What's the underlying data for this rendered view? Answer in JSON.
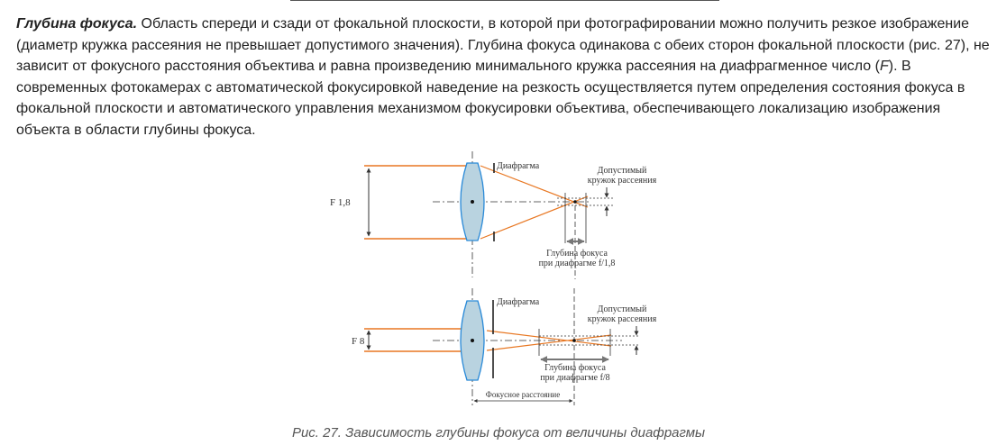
{
  "paragraph": {
    "term": "Глубина фокуса.",
    "text": " Область спереди и сзади от фокальной плоскости, в которой при фотографировании можно получить резкое изображение (диаметр кружка рассеяния не превышает допустимого значения). Глубина фокуса одинакова с обеих сторон фокальной плоскости (рис. 27), не зависит от фокусного расстояния объектива и равна произведению минимального кружка рассеяния на диафрагменное число (",
    "f_symbol": "F",
    "text_end": "). В современных фотокамерах с автоматической фокусировкой наведение на резкость осуществляется путем определения состояния фокуса в фокальной плоскости и автоматического управления механизмом фокусировки объектива, обеспечивающего локализацию изображения объекта в области глубины фокуса."
  },
  "figure": {
    "top": {
      "aperture_label": "F 1,8",
      "diaphragm": "Диафрагма",
      "coc_line1": "Допустимый",
      "coc_line2": "кружок рассеяния",
      "dof_line1": "Глубина фокуса",
      "dof_line2": "при диафрагме f/1,8"
    },
    "bottom": {
      "aperture_label": "F 8",
      "diaphragm": "Диафрагма",
      "coc_line1": "Допустимый",
      "coc_line2": "кружок рассеяния",
      "dof_line1": "Глубина фокуса",
      "dof_line2": "при диафрагме f/8",
      "focal_length": "Фокусное расстояние"
    },
    "caption": "Рис. 27. Зависимость глубины фокуса от величины диафрагмы",
    "colors": {
      "ray": "#e87722",
      "lens_fill": "#b9d3e0",
      "lens_stroke": "#2a8ad8"
    }
  }
}
